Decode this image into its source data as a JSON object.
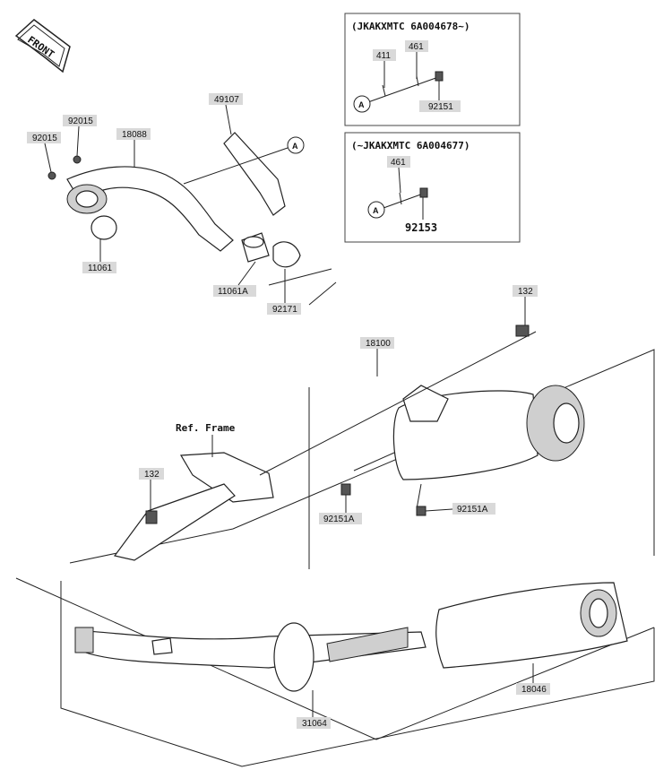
{
  "front_label": "FRONT",
  "ref_frame": "Ref. Frame",
  "callout_letter": "A",
  "inset_top": {
    "title": "(JKAKXMTC 6A004678~)",
    "parts": [
      "411",
      "461",
      "92151"
    ]
  },
  "inset_bottom": {
    "title": "(~JKAKXMTC 6A004677)",
    "parts": [
      "461",
      "92153"
    ]
  },
  "parts": {
    "p49107": "49107",
    "p92015a": "92015",
    "p92015b": "92015",
    "p18088": "18088",
    "p11061": "11061",
    "p11061a": "11061A",
    "p92171": "92171",
    "p132a": "132",
    "p18100": "18100",
    "p132b": "132",
    "p92151a_1": "92151A",
    "p92151a_2": "92151A",
    "p31064": "31064",
    "p18046": "18046"
  }
}
